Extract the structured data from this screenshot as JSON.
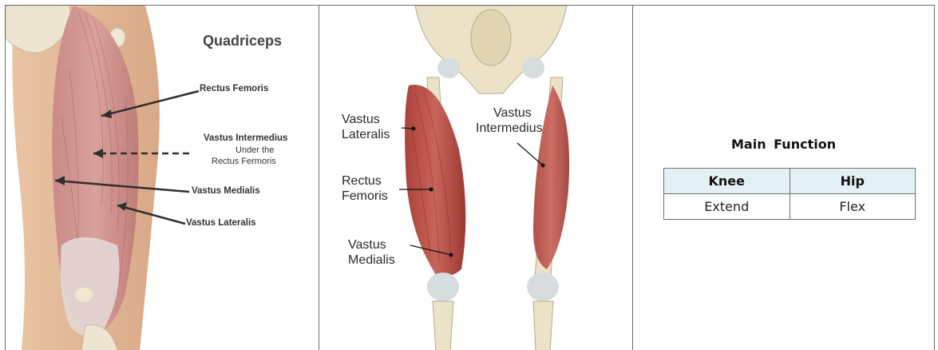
{
  "panel1": {
    "title": "Quadriceps",
    "labels": {
      "rectus_femoris": "Rectus Femoris",
      "vastus_intermedius": "Vastus Intermedius",
      "under_line1": "Under the",
      "under_line2": "Rectus Fermoris",
      "vastus_medialis": "Vastus Medialis",
      "vastus_lateralis": "Vastus Lateralis"
    }
  },
  "panel2": {
    "labels": {
      "vastus_lateralis_1": "Vastus",
      "vastus_lateralis_2": "Lateralis",
      "vastus_intermedius_1": "Vastus",
      "vastus_intermedius_2": "Intermedius",
      "rectus_femoris_1": "Rectus",
      "rectus_femoris_2": "Femoris",
      "vastus_medialis_1": "Vastus",
      "vastus_medialis_2": "Medialis"
    }
  },
  "panel3": {
    "heading": "Main  Function",
    "table": {
      "headers": [
        "Knee",
        "Hip"
      ],
      "rows": [
        [
          "Extend",
          "Flex"
        ]
      ]
    }
  },
  "colors": {
    "muscle": "#c9706a",
    "skin": "#e8c0a0",
    "bone": "#eee4cc",
    "table_header_bg": "#e3f1f4"
  }
}
